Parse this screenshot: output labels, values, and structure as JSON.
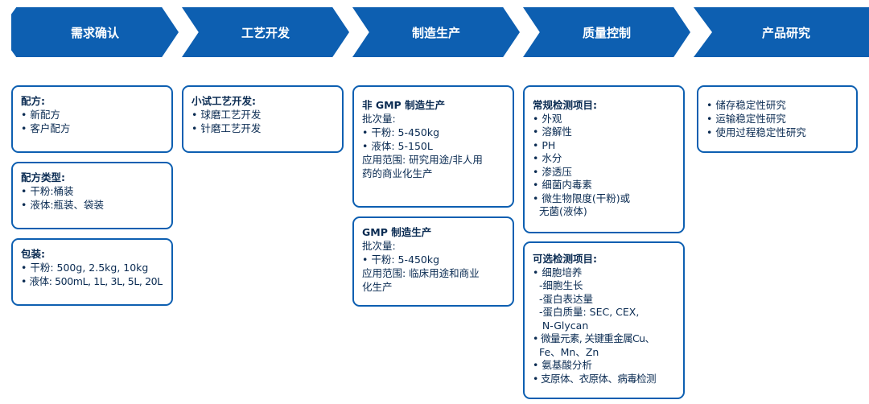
{
  "stages": [
    {
      "label": "需求确认"
    },
    {
      "label": "工艺开发"
    },
    {
      "label": "制造生产"
    },
    {
      "label": "质量控制"
    },
    {
      "label": "产品研究"
    }
  ],
  "boxes": {
    "req_formula": {
      "title": "配方:",
      "lines": [
        "• 新配方",
        "• 客户配方"
      ]
    },
    "req_type": {
      "title": "配方类型:",
      "lines": [
        "• 干粉:桶装",
        "• 液体:瓶装、袋装"
      ]
    },
    "req_pack": {
      "title": "包装:",
      "lines": [
        "• 干粉: 500g, 2.5kg, 10kg",
        "• 液体: 500mL, 1L, 3L, 5L, 20L"
      ]
    },
    "process": {
      "title": "小试工艺开发:",
      "lines": [
        "• 球磨工艺开发",
        "• 针磨工艺开发"
      ]
    },
    "mfg_nongmp": {
      "title": "非 GMP 制造生产",
      "lines": [
        "批次量:",
        "• 干粉: 5-450kg",
        "• 液体: 5-150L",
        "应用范围: 研究用途/非人用",
        "药的商业化生产"
      ]
    },
    "mfg_gmp": {
      "title": "GMP 制造生产",
      "lines": [
        "批次量:",
        "• 干粉: 5-450kg",
        "应用范围: 临床用途和商业",
        "化生产"
      ]
    },
    "qc_routine": {
      "title": "常规检测项目:",
      "lines": [
        "• 外观",
        "• 溶解性",
        "• PH",
        "• 水分",
        "• 渗透压",
        "• 细菌内毒素",
        "• 微生物限度(干粉)或",
        "  无菌(液体)"
      ]
    },
    "qc_optional": {
      "title": "可选检测项目:",
      "lines": [
        "• 细胞培养",
        "  -细胞生长",
        "  -蛋白表达量",
        "  -蛋白质量: SEC, CEX,",
        "   N-Glycan",
        "• 微量元素, 关键重金属Cu、",
        "  Fe、Mn、Zn",
        "• 氨基酸分析",
        "• 支原体、衣原体、病毒检测"
      ]
    },
    "research": {
      "title": "",
      "lines": [
        "• 储存稳定性研究",
        "• 运输稳定性研究",
        "• 使用过程稳定性研究"
      ]
    }
  },
  "colors": {
    "accent": "#0d5fb1",
    "text": "#0a2b52",
    "background": "#ffffff"
  }
}
